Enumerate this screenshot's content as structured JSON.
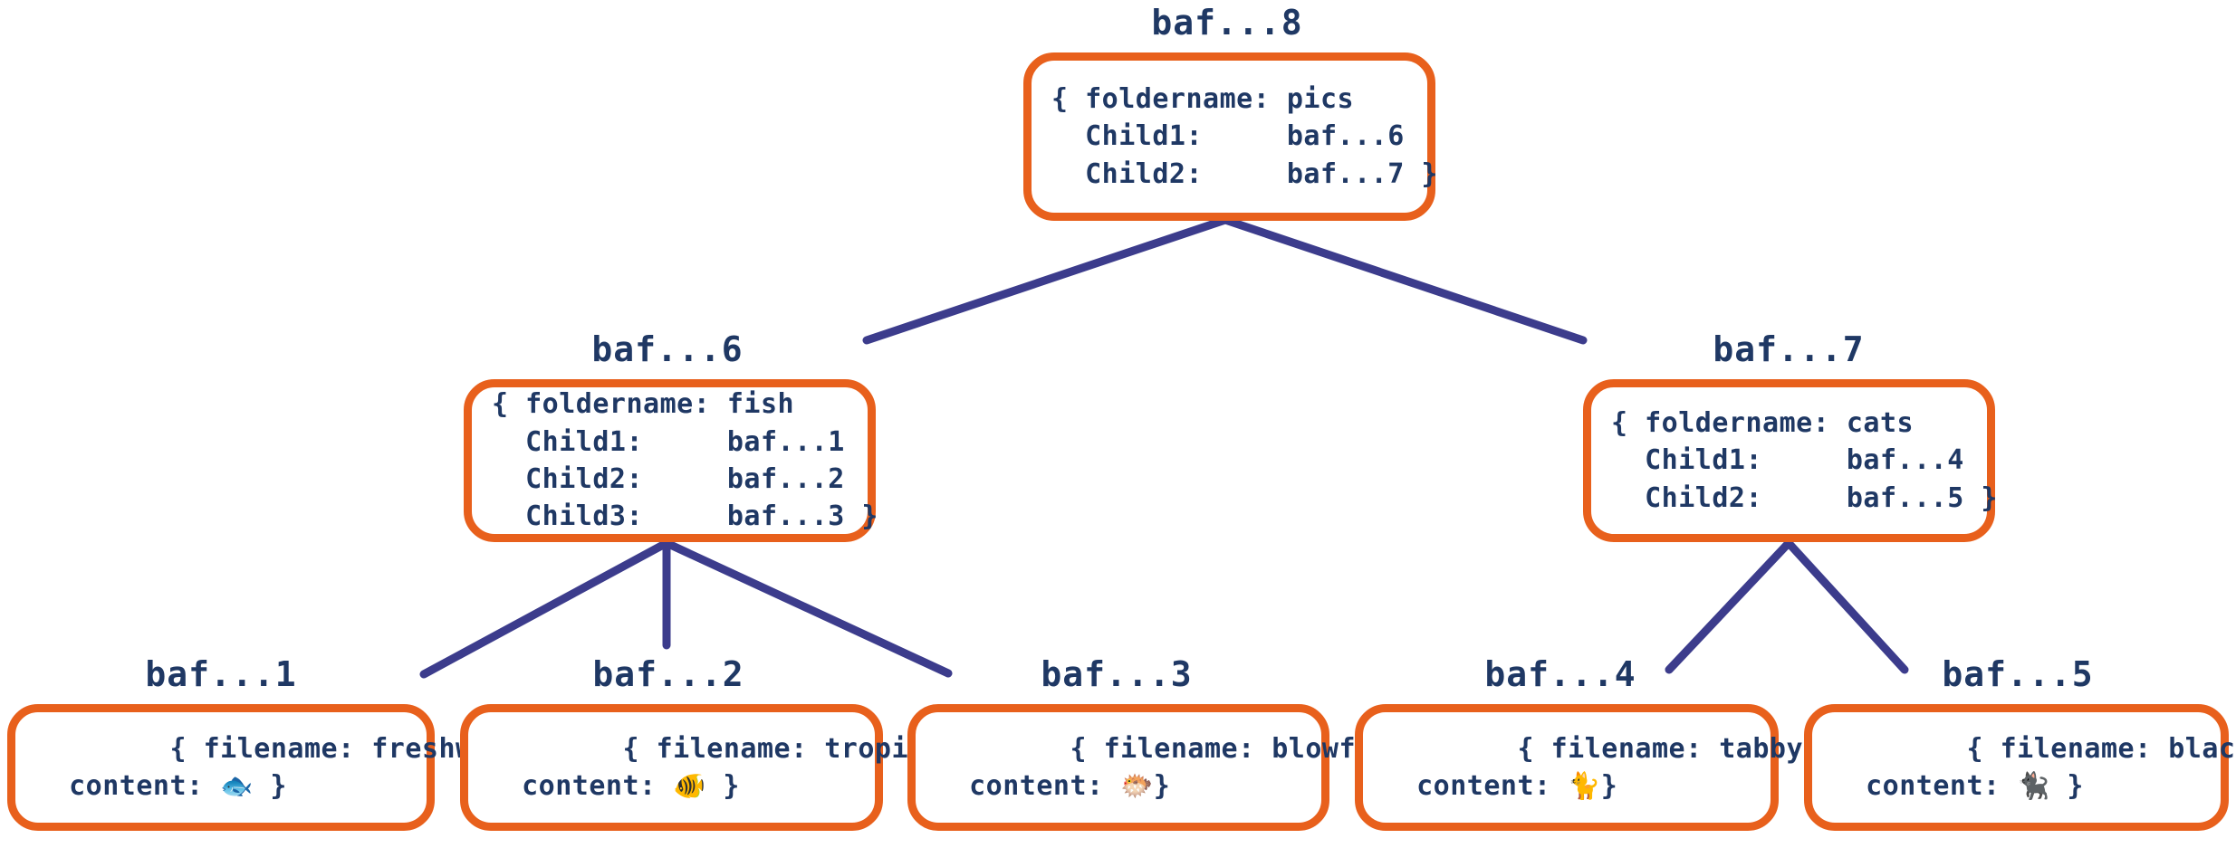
{
  "diagram": {
    "type": "merkle-dag-tree",
    "title": "",
    "colors": {
      "node_border": "#e8601c",
      "node_fill": "#ffffff",
      "text": "#1f3864",
      "edge": "#3c3c8c",
      "background": "#ffffff"
    },
    "nodes": [
      {
        "id": "root",
        "label": "baf...8",
        "kind": "folder",
        "lines": [
          "{ foldername: pics",
          "  Child1:     baf...6",
          "  Child2:     baf...7 }"
        ],
        "fields": {
          "foldername": "pics",
          "Child1": "baf...6",
          "Child2": "baf...7"
        }
      },
      {
        "id": "fish",
        "label": "baf...6",
        "kind": "folder",
        "lines": [
          "{ foldername: fish",
          "  Child1:     baf...1",
          "  Child2:     baf...2",
          "  Child3:     baf...3 }"
        ],
        "fields": {
          "foldername": "fish",
          "Child1": "baf...1",
          "Child2": "baf...2",
          "Child3": "baf...3"
        }
      },
      {
        "id": "cats",
        "label": "baf...7",
        "kind": "folder",
        "lines": [
          "{ foldername: cats",
          "  Child1:     baf...4",
          "  Child2:     baf...5 }"
        ],
        "fields": {
          "foldername": "cats",
          "Child1": "baf...4",
          "Child2": "baf...5"
        }
      },
      {
        "id": "freshwater",
        "label": "baf...1",
        "kind": "file",
        "line1": "{ filename: freshwater.png",
        "line2_prefix": "  content: ",
        "emoji": "🐟",
        "line2_suffix": " }",
        "fields": {
          "filename": "freshwater.png",
          "content": "fish-emoji"
        }
      },
      {
        "id": "tropical",
        "label": "baf...2",
        "kind": "file",
        "line1": "{ filename: tropical.png",
        "line2_prefix": "  content: ",
        "emoji": "🐠",
        "line2_suffix": " }",
        "fields": {
          "filename": "tropical.png",
          "content": "tropical-fish-emoji"
        }
      },
      {
        "id": "blowfish",
        "label": "baf...3",
        "kind": "file",
        "line1": "{ filename: blowfish.png",
        "line2_prefix": "  content: ",
        "emoji": "🐡",
        "line2_suffix": "}",
        "fields": {
          "filename": "blowfish.png",
          "content": "blowfish-emoji"
        }
      },
      {
        "id": "tabby",
        "label": "baf...4",
        "kind": "file",
        "line1": "{ filename: tabby.png",
        "line2_prefix": "  content: ",
        "emoji": "🐈",
        "line2_suffix": "}",
        "fields": {
          "filename": "tabby.png",
          "content": "cat-emoji"
        }
      },
      {
        "id": "black",
        "label": "baf...5",
        "kind": "file",
        "line1": "{ filename: black.png",
        "line2_prefix": "  content: ",
        "emoji": "🐈‍⬛",
        "line2_suffix": " }",
        "fields": {
          "filename": "black.png",
          "content": "black-cat-emoji"
        }
      }
    ],
    "edges": [
      {
        "from": "root",
        "to": "fish"
      },
      {
        "from": "root",
        "to": "cats"
      },
      {
        "from": "fish",
        "to": "freshwater"
      },
      {
        "from": "fish",
        "to": "tropical"
      },
      {
        "from": "fish",
        "to": "blowfish"
      },
      {
        "from": "cats",
        "to": "tabby"
      },
      {
        "from": "cats",
        "to": "black"
      }
    ]
  }
}
